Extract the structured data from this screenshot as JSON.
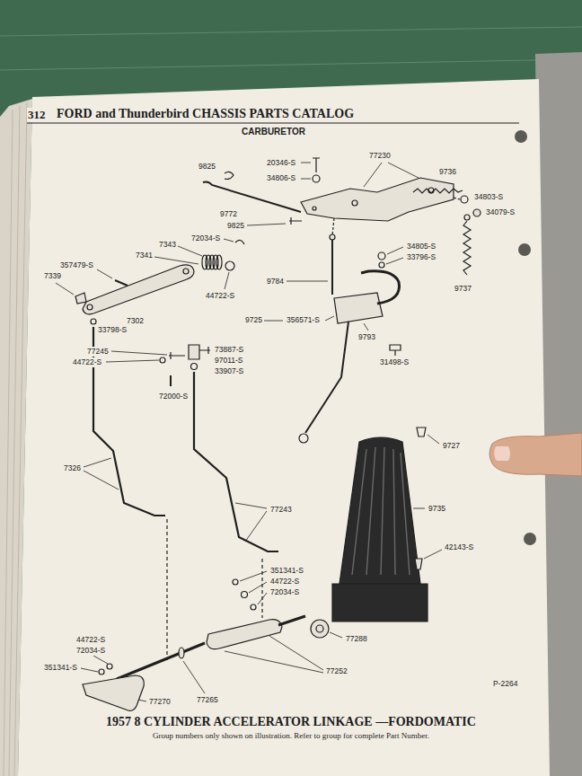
{
  "diagram": {
    "title": "FORD and Thunderbird CHASSIS PARTS CATALOG",
    "caption": "1957 8 CYLINDER ACCELERATOR LINKAGE —FORDOMATIC",
    "labels": [
      "312",
      "CARBURETOR",
      "77230",
      "9736",
      "9825",
      "20346-S",
      "34806-S",
      "34803-S",
      "34079-S",
      "9772",
      "9825",
      "72034-S",
      "7343",
      "7341",
      "34805-S",
      "33796-S",
      "357479-S",
      "7339",
      "44722-S",
      "9737",
      "9784",
      "7302",
      "33798-S",
      "9725",
      "356571-S",
      "9793",
      "31498-S",
      "77245",
      "73887-S",
      "44722-S",
      "97011-S",
      "33907-S",
      "72000-S",
      "9727",
      "7326",
      "77243",
      "9735",
      "42143-S",
      "351341-S",
      "44722-S",
      "72034-S",
      "44722-S",
      "72034-S",
      "351341-S",
      "77288",
      "77252",
      "77270",
      "77265",
      "P-2264",
      "Group numbers only shown on illustration. Refer to group for complete Part Number."
    ]
  }
}
